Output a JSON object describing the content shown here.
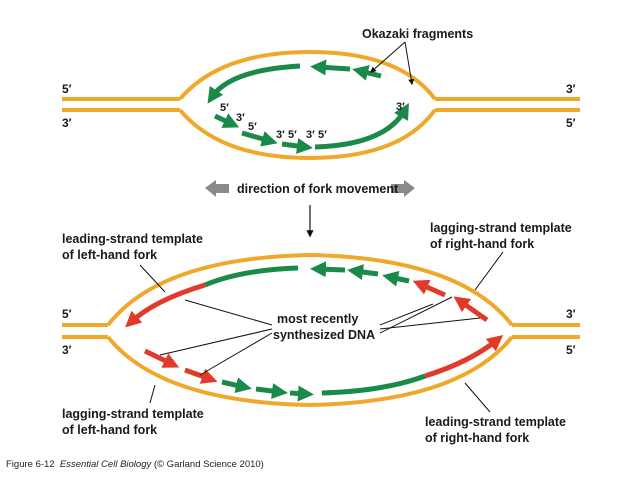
{
  "caption": {
    "prefix": "Figure 6-12",
    "book": "Essential Cell Biology",
    "credit": "(© Garland Science 2010)"
  },
  "colors": {
    "strand": "#f0a82a",
    "leading": "#1a8a4a",
    "new": "#e23a2a",
    "arrow_gray": "#8a8a8a",
    "text": "#1a1a1a"
  },
  "top_panel": {
    "okazaki_label": "Okazaki fragments",
    "end_top_left": "5′",
    "end_bottom_left": "3′",
    "end_top_right": "3′",
    "end_bottom_right": "5′",
    "inner_labels": [
      "5′",
      "3′",
      "5′",
      "3′",
      "5′",
      "3′",
      "5′",
      "3′"
    ]
  },
  "middle": {
    "direction_label": "direction of fork movement"
  },
  "bottom_panel": {
    "leading_left_label": [
      "leading-strand template",
      "of left-hand fork"
    ],
    "lagging_right_label": [
      "lagging-strand template",
      "of right-hand fork"
    ],
    "recent_label": [
      "most recently",
      "synthesized DNA"
    ],
    "lagging_left_label": [
      "lagging-strand template",
      "of left-hand fork"
    ],
    "leading_right_label": [
      "leading-strand template",
      "of right-hand fork"
    ],
    "end_top_left": "5′",
    "end_bottom_left": "3′",
    "end_top_right": "3′",
    "end_bottom_right": "5′"
  }
}
